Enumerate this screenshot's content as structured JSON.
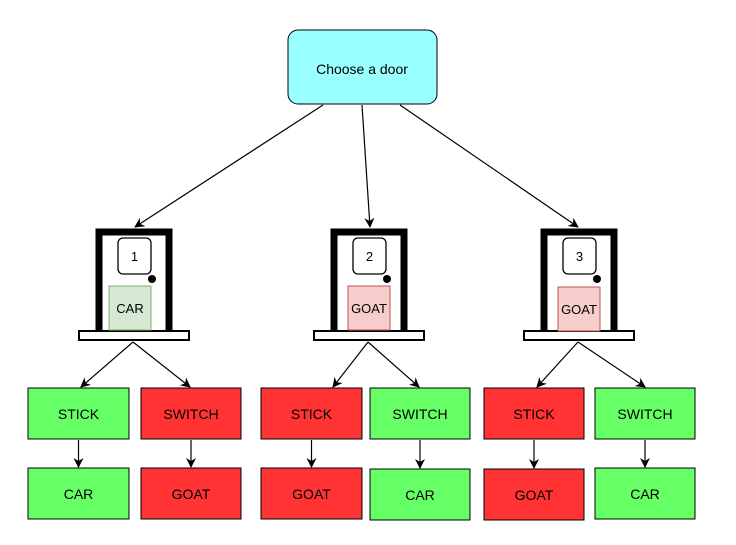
{
  "root": {
    "label": "Choose a door",
    "color": "#99ffff"
  },
  "colors": {
    "win_box": "#66ff66",
    "lose_box": "#ff3333",
    "prize_car": "#d5e8d4",
    "prize_goat": "#f8cecc"
  },
  "doors": [
    {
      "number": "1",
      "prize": "CAR",
      "prize_kind": "car",
      "branches": [
        {
          "action": "STICK",
          "action_win": true,
          "result": "CAR",
          "result_win": true
        },
        {
          "action": "SWITCH",
          "action_win": false,
          "result": "GOAT",
          "result_win": false
        }
      ]
    },
    {
      "number": "2",
      "prize": "GOAT",
      "prize_kind": "goat",
      "branches": [
        {
          "action": "STICK",
          "action_win": false,
          "result": "GOAT",
          "result_win": false
        },
        {
          "action": "SWITCH",
          "action_win": true,
          "result": "CAR",
          "result_win": true
        }
      ]
    },
    {
      "number": "3",
      "prize": "GOAT",
      "prize_kind": "goat",
      "branches": [
        {
          "action": "STICK",
          "action_win": false,
          "result": "GOAT",
          "result_win": false
        },
        {
          "action": "SWITCH",
          "action_win": true,
          "result": "CAR",
          "result_win": true
        }
      ]
    }
  ]
}
